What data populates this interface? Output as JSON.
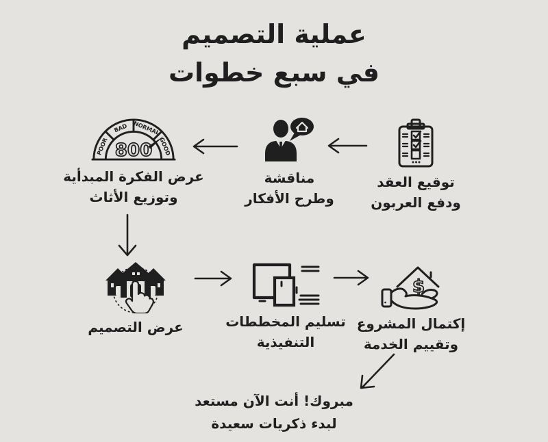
{
  "title": {
    "line1": "عملية التصميم",
    "line2": "في سبع خطوات"
  },
  "steps": {
    "contract": {
      "label1": "توقيع العقد",
      "label2": "ودفع العربون",
      "icon": "clipboard-checklist-icon"
    },
    "discussion": {
      "label1": "مناقشة",
      "label2": "وطرح الأفكار",
      "icon": "person-speech-bubble-icon"
    },
    "initial_idea": {
      "label1": "عرض الفكرة المبدأية",
      "label2": "وتوزيع الأثاث",
      "icon": "score-gauge-icon"
    },
    "design_presentation": {
      "label1": "عرض التصميم",
      "icon": "houses-click-icon"
    },
    "plans_delivery": {
      "label1": "تسليم المخططات",
      "label2": "التنفيذية",
      "icon": "floor-plan-icon"
    },
    "completion": {
      "label1": "إكتمال المشروع",
      "label2": "وتقييم الخدمة",
      "icon": "hand-dollar-house-icon"
    }
  },
  "gauge": {
    "value": "800",
    "segments": [
      "POOR",
      "BAD",
      "NORMAL",
      "GOOD"
    ]
  },
  "symbols": {
    "dollar": "$"
  },
  "finale": {
    "line1": "مبروك! أنت الآن مستعد",
    "line2": "لبدء ذكريات سعيدة"
  },
  "colors": {
    "background": "#e4e3e0",
    "ink": "#1f1f1f"
  }
}
